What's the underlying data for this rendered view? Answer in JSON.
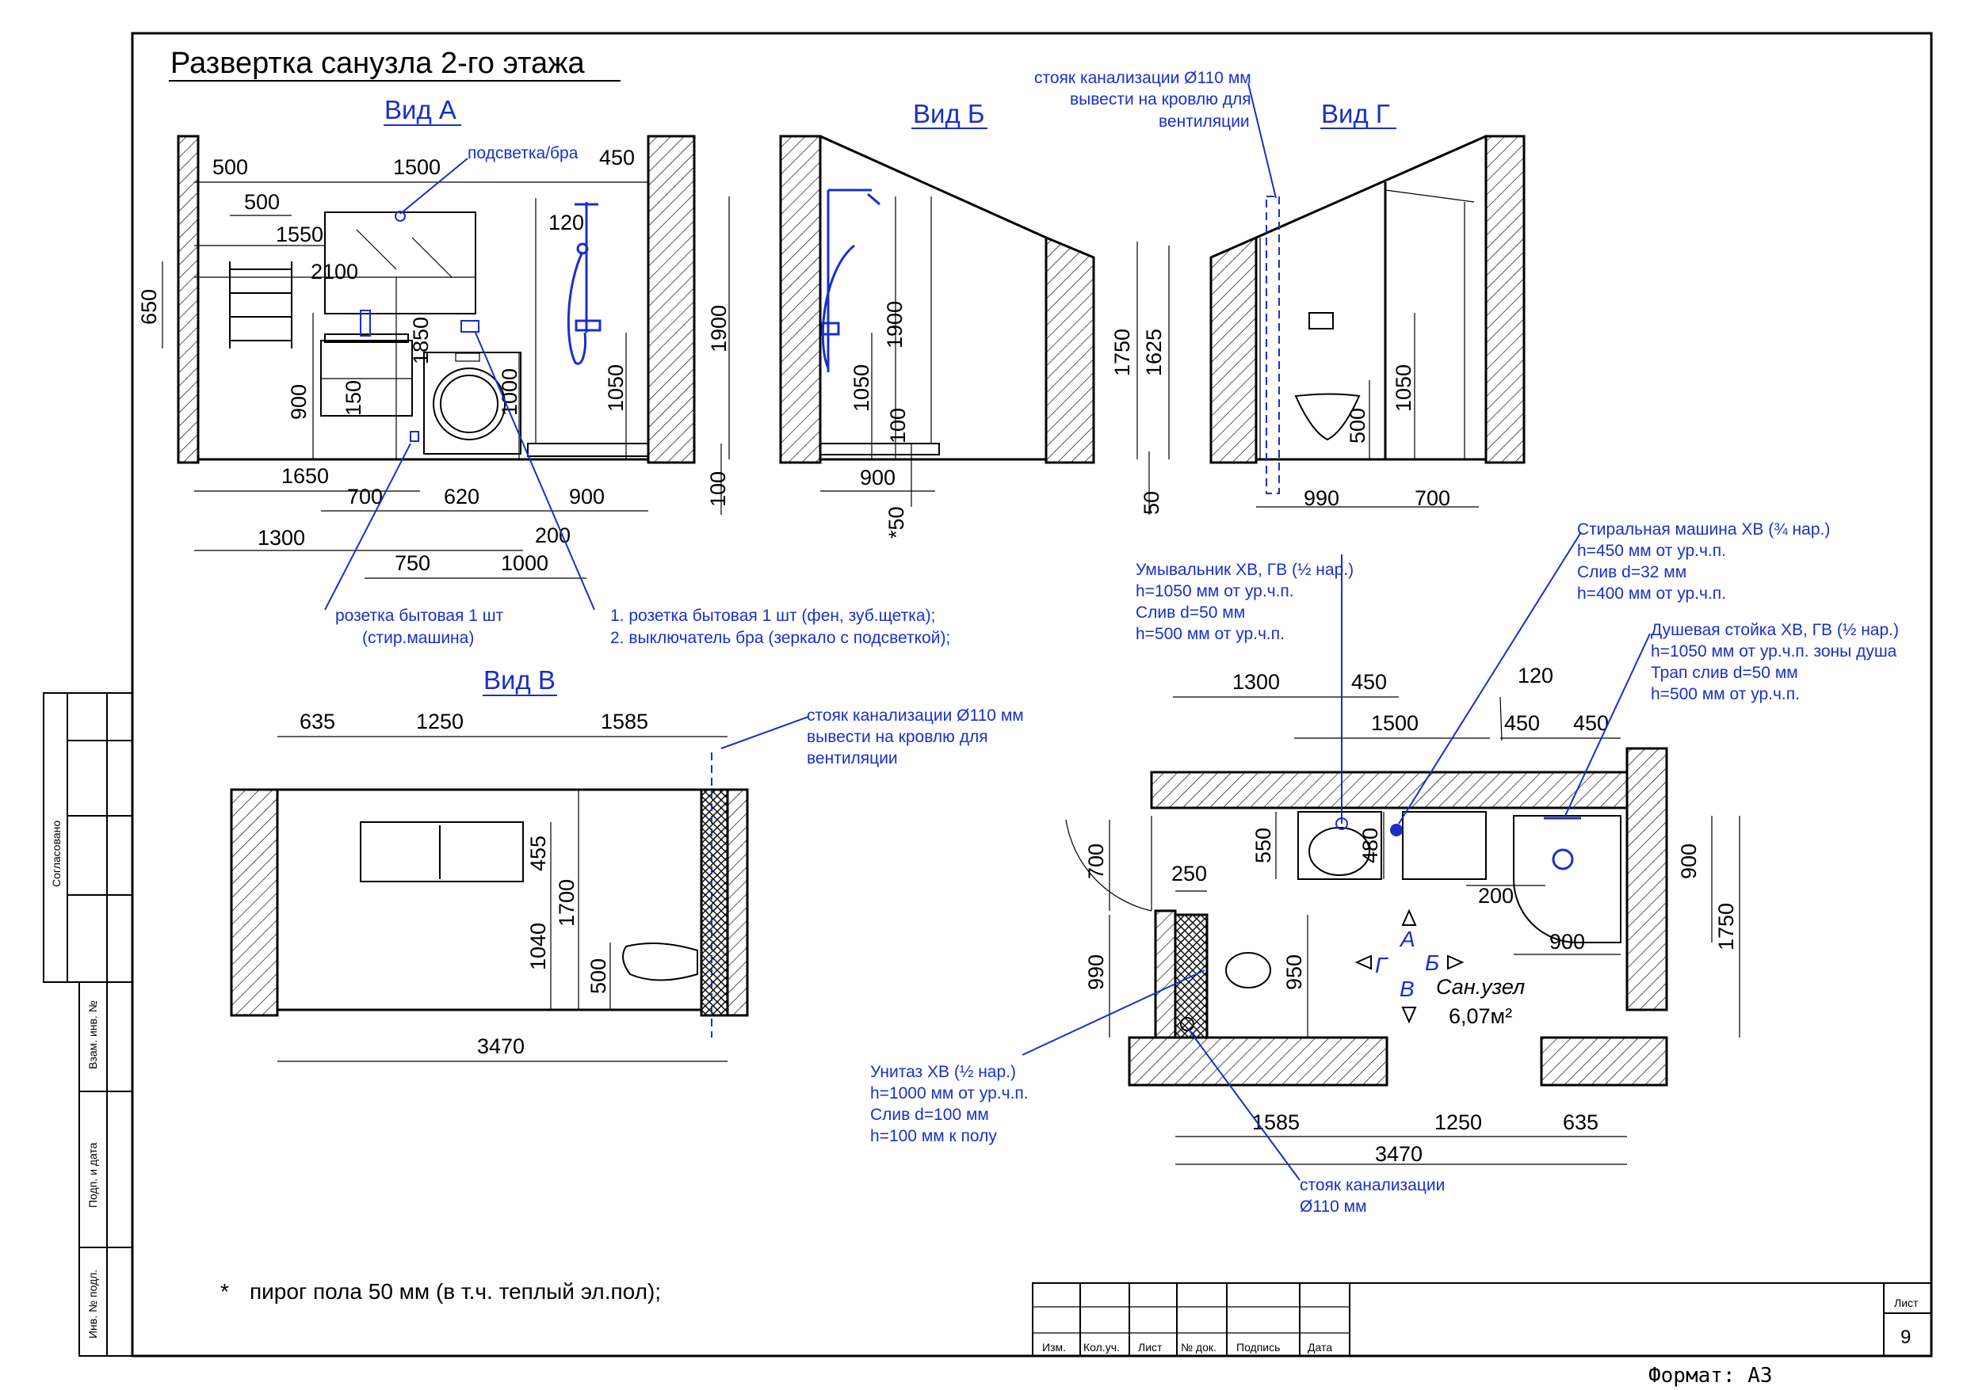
{
  "sheet": {
    "title": "Развертка санузла 2-го этажа",
    "format_label": "Формат: А3",
    "footnote_mark": "*",
    "footnote": "пирог пола 50 мм (в т.ч. теплый эл.пол);",
    "sheet_label": "Лист",
    "sheet_number": "9",
    "stamp_cols": [
      "Изм.",
      "Кол.уч.",
      "Лист",
      "№ док.",
      "Подпись",
      "Дата"
    ],
    "side_labels": [
      "Согласовано",
      "Взам. инв. №",
      "Подп. и дата",
      "Инв. № подл."
    ]
  },
  "views": {
    "a": {
      "title": "Вид А",
      "callout_light": "подсветка/бра",
      "callout_socket": "розетка бытовая 1 шт",
      "callout_socket2": "(стир.машина)",
      "list": [
        "1.   розетка бытовая 1 шт (фен, зуб.щетка);",
        "2.   выключатель бра (зеркало с подсветкой);"
      ],
      "dims": [
        "500",
        "1500",
        "450",
        "500",
        "1550",
        "2100",
        "120",
        "650",
        "1850",
        "1900",
        "900",
        "150",
        "1000",
        "1050",
        "1650",
        "700",
        "620",
        "900",
        "100",
        "1300",
        "200",
        "750",
        "1000"
      ]
    },
    "b": {
      "title": "Вид Б",
      "dims": [
        "1900",
        "1050",
        "100",
        "900",
        "*50"
      ]
    },
    "g": {
      "title": "Вид Г",
      "riser": [
        "стояк канализации Ø110 мм",
        "вывести на кровлю для",
        "вентиляции"
      ],
      "dims": [
        "1750",
        "1625",
        "1050",
        "500",
        "50",
        "990",
        "700"
      ]
    },
    "v": {
      "title": "Вид В",
      "riser": [
        "стояк канализации Ø110 мм",
        "вывести на кровлю для",
        "вентиляции"
      ],
      "dims": [
        "635",
        "1250",
        "1585",
        "455",
        "1700",
        "1040",
        "500",
        "3470"
      ]
    }
  },
  "plan": {
    "room_name": "Сан.узел",
    "room_area": "6,07м²",
    "view_markers": [
      "А",
      "Б",
      "В",
      "Г"
    ],
    "notes": {
      "sink": [
        "Умывальник ХВ, ГВ (½ нар.)",
        "h=1050 мм от ур.ч.п.",
        "Слив d=50 мм",
        "h=500 мм от ур.ч.п."
      ],
      "washer": [
        "Стиральная машина ХВ (¾ нар.)",
        "h=450 мм от ур.ч.п.",
        "Слив d=32 мм",
        "h=400 мм от ур.ч.п."
      ],
      "shower": [
        "Душевая стойка ХВ, ГВ (½ нар.)",
        "h=1050 мм от ур.ч.п. зоны душа",
        "Трап слив d=50 мм",
        "h=500 мм от ур.ч.п."
      ],
      "toilet": [
        "Унитаз ХВ (½ нар.)",
        "h=1000 мм от ур.ч.п.",
        "Слив d=100 мм",
        "h=100 мм к полу"
      ],
      "riser": [
        "стояк канализации",
        "Ø110 мм"
      ]
    },
    "dims": [
      "1300",
      "450",
      "1500",
      "120",
      "450",
      "450",
      "700",
      "550",
      "480",
      "200",
      "250",
      "900",
      "900",
      "1750",
      "990",
      "950",
      "1585",
      "1250",
      "635",
      "3470"
    ]
  }
}
